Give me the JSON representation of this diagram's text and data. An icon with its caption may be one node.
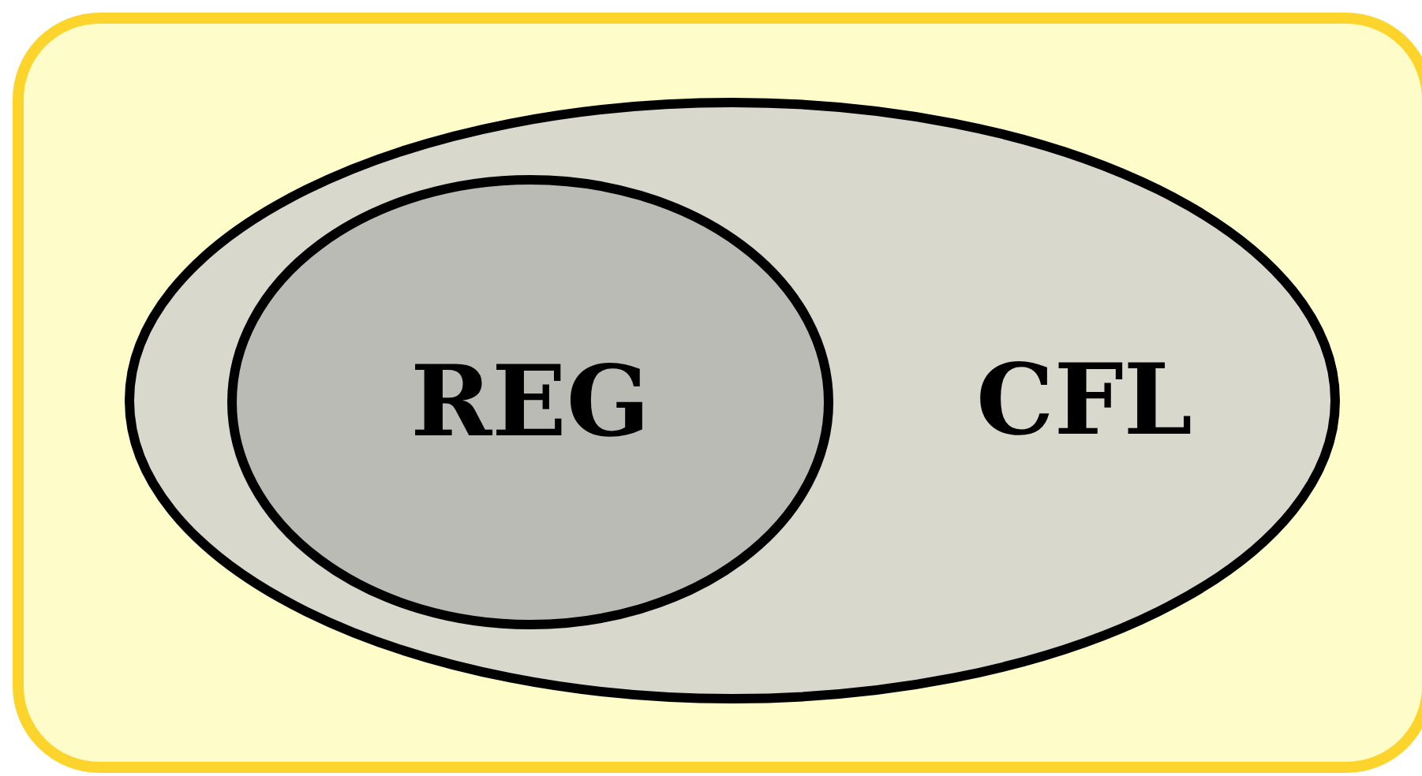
{
  "diagram": {
    "nodes": [
      {
        "text": [],
        "shape": "box"
      },
      {
        "text": [
          "CFL"
        ],
        "in": 0
      },
      {
        "text": [
          "REG"
        ],
        "in": 1
      }
    ]
  }
}
